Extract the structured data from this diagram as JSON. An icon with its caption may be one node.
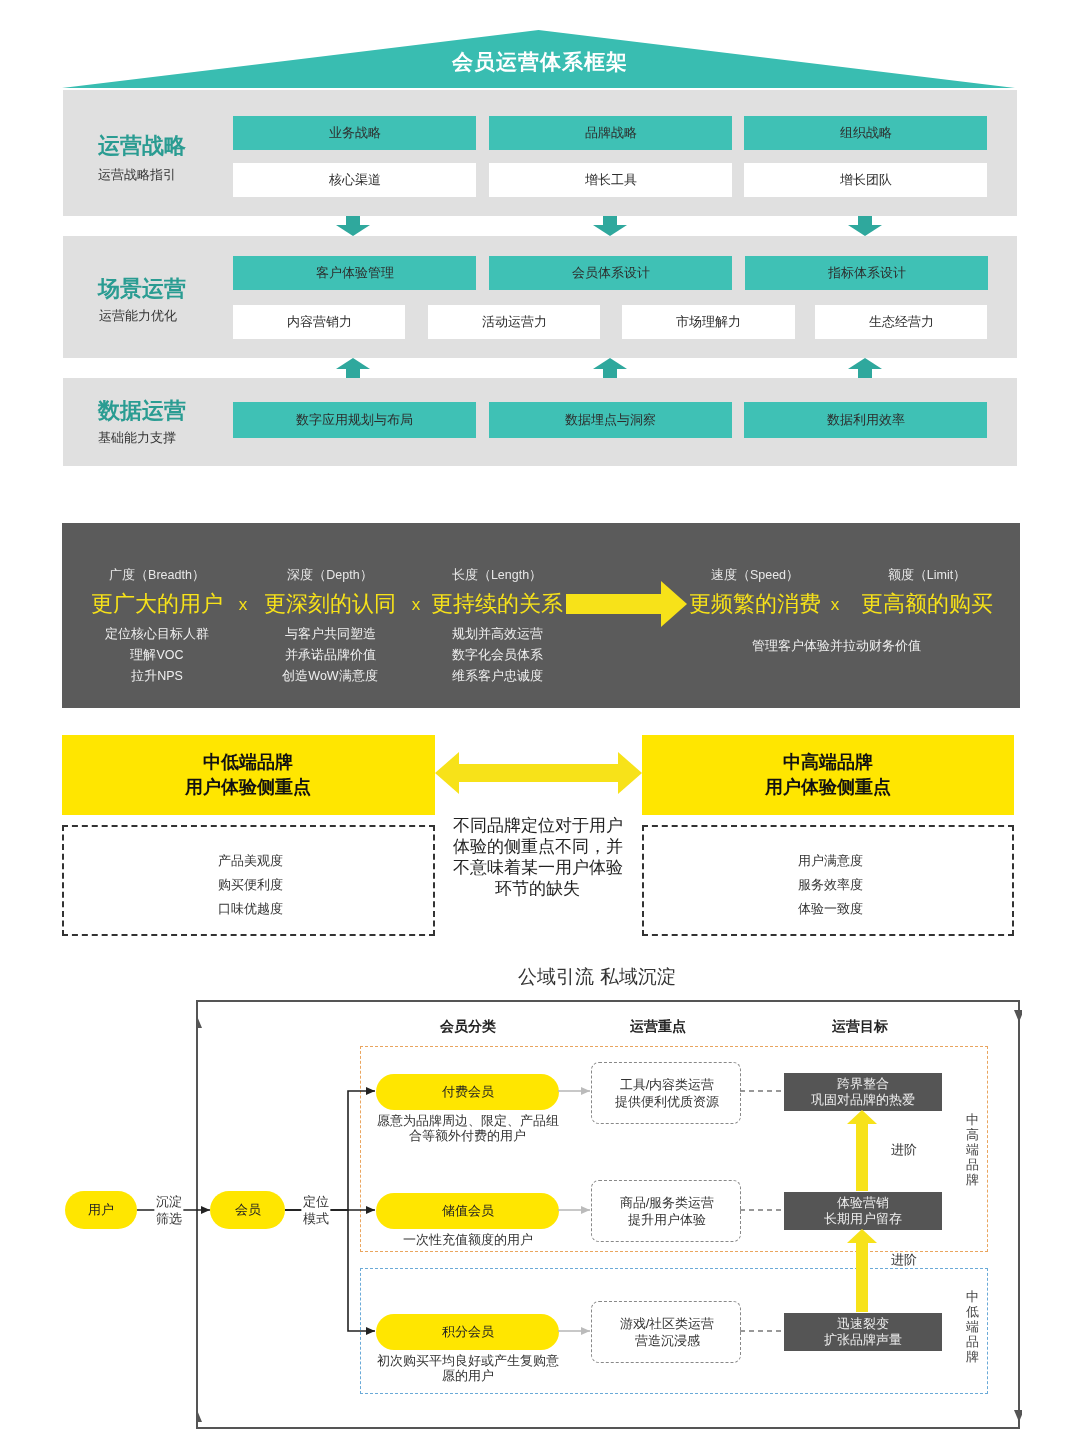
{
  "diagram": {
    "nodes": [
      {
        "text": [
          "会员运营体系框架"
        ]
      },
      {
        "text": [
          "运营战略",
          "运营战略指引"
        ]
      },
      {
        "text": [
          "业务战略"
        ],
        "in": 1
      },
      {
        "text": [
          "品牌战略"
        ],
        "in": 1
      },
      {
        "text": [
          "组织战略"
        ],
        "in": 1
      },
      {
        "text": [
          "核心渠道"
        ],
        "in": 1
      },
      {
        "text": [
          "增长工具"
        ],
        "in": 1
      },
      {
        "text": [
          "增长团队"
        ],
        "in": 1
      },
      {
        "text": [
          "场景运营",
          "运营能力优化"
        ]
      },
      {
        "text": [
          "客户体验管理"
        ],
        "in": 8
      },
      {
        "text": [
          "会员体系设计"
        ],
        "in": 8
      },
      {
        "text": [
          "指标体系设计"
        ],
        "in": 8
      },
      {
        "text": [
          "内容营销力"
        ],
        "in": 8
      },
      {
        "text": [
          "活动运营力"
        ],
        "in": 8
      },
      {
        "text": [
          "市场理解力"
        ],
        "in": 8
      },
      {
        "text": [
          "生态经营力"
        ],
        "in": 8
      },
      {
        "text": [
          "数据运营",
          "基础能力支撑"
        ]
      },
      {
        "text": [
          "数字应用规划与布局"
        ],
        "in": 16
      },
      {
        "text": [
          "数据埋点与洞察"
        ],
        "in": 16
      },
      {
        "text": [
          "数据利用效率"
        ],
        "in": 16
      },
      {
        "text": [],
        "shape": "box"
      },
      {
        "text": [
          "广度（Breadth）",
          "更广大的用户",
          "定位核心目标人群",
          "理解VOC",
          "拉升NPS",
          "x",
          "深度（Depth）",
          "更深刻的认同",
          "与客户共同塑造",
          "并承诺品牌价值",
          "创造WoW满意度",
          "x",
          "长度（Length）",
          "更持续的关系",
          "规划并高效运营",
          "数字化会员体系",
          "维系客户忠诚度"
        ],
        "in": 20
      },
      {
        "text": [
          "速度（Speed）",
          "更频繁的消费",
          "x",
          "额度（Limit）",
          "更高额的购买",
          "管理客户体验并拉动财务价值"
        ],
        "in": 20
      },
      {
        "text": [
          "中低端品牌",
          "用户体验侧重点"
        ]
      },
      {
        "text": [
          "产品美观度",
          "购买便利度",
          "口味优越度"
        ]
      },
      {
        "text": [
          "中高端品牌",
          "用户体验侧重点"
        ]
      },
      {
        "text": [
          "用户满意度",
          "服务效率度",
          "体验一致度"
        ]
      },
      {
        "text": [
          "公域引流 私域沉淀",
          "会员分类",
          "运营重点",
          "运营目标"
        ]
      },
      {
        "text": [
          "用户"
        ]
      },
      {
        "text": [
          "会员"
        ],
        "in": 27
      },
      {
        "text": [
          "中高端品牌"
        ],
        "in": 27
      },
      {
        "text": [
          "付费会员"
        ],
        "in": 30,
        "beside": [
          "愿意为品牌周边、限定、产品组合等额外付费的用户"
        ]
      },
      {
        "text": [
          "工具/内容类运营",
          "提供便利优质资源"
        ],
        "in": 30
      },
      {
        "text": [
          "跨界整合",
          "巩固对品牌的热爱"
        ],
        "in": 30
      },
      {
        "text": [
          "储值会员"
        ],
        "in": 30,
        "beside": [
          "一次性充值额度的用户"
        ]
      },
      {
        "text": [
          "商品/服务类运营",
          "提升用户体验"
        ],
        "in": 30
      },
      {
        "text": [
          "体验营销",
          "长期用户留存"
        ],
        "in": 30
      },
      {
        "text": [
          "中低端品牌"
        ],
        "in": 27
      },
      {
        "text": [
          "积分会员"
        ],
        "in": 37,
        "beside": [
          "初次购买平均良好或产生复购意愿的用户"
        ]
      },
      {
        "text": [
          "游戏/社区类运营",
          "营造沉浸感"
        ],
        "in": 37
      },
      {
        "text": [
          "迅速裂变",
          "扩张品牌声量"
        ],
        "in": 37
      }
    ],
    "edges": [
      {
        "from": 1,
        "to": 8,
        "arrow": "to",
        "style": "thick"
      },
      {
        "from": 1,
        "to": 8,
        "arrow": "to",
        "style": "thick"
      },
      {
        "from": 1,
        "to": 8,
        "arrow": "to",
        "style": "thick"
      },
      {
        "from": 16,
        "to": 8,
        "arrow": "to",
        "style": "thick"
      },
      {
        "from": 16,
        "to": 8,
        "arrow": "to",
        "style": "thick"
      },
      {
        "from": 16,
        "to": 8,
        "arrow": "to",
        "style": "thick"
      },
      {
        "from": 21,
        "to": 22,
        "arrow": "to",
        "style": "thick",
        "color": "#f7e219"
      },
      {
        "from": 23,
        "to": 25,
        "arrow": "both",
        "style": "thick",
        "color": "#f7e219"
      },
      {
        "from": 28,
        "to": 29,
        "arrow": "to",
        "label": "沉淀筛选",
        "color": "#222222"
      },
      {
        "from": 29,
        "to": 31,
        "arrow": "to",
        "color": "#222222"
      },
      {
        "from": 29,
        "to": 34,
        "arrow": "to",
        "label": "定位模式",
        "color": "#222222"
      },
      {
        "from": 29,
        "to": 38,
        "arrow": "to",
        "color": "#222222"
      },
      {
        "from": 31,
        "to": 32,
        "arrow": "to",
        "color": "#bbbbbb"
      },
      {
        "from": 34,
        "to": 35,
        "arrow": "to",
        "color": "#bbbbbb"
      },
      {
        "from": 38,
        "to": 39,
        "arrow": "to",
        "color": "#bbbbbb"
      },
      {
        "from": 32,
        "to": 33,
        "arrow": "none",
        "style": "dashed",
        "color": "#777777"
      },
      {
        "from": 35,
        "to": 36,
        "arrow": "none",
        "style": "dashed",
        "color": "#777777"
      },
      {
        "from": 39,
        "to": 40,
        "arrow": "none",
        "style": "dashed",
        "color": "#777777"
      },
      {
        "from": 36,
        "to": 33,
        "arrow": "to",
        "label": "进阶",
        "style": "thick",
        "color": "#f7e219"
      },
      {
        "from": 40,
        "to": 36,
        "arrow": "to",
        "label": "进阶",
        "style": "thick",
        "color": "#f7e219"
      }
    ],
    "labels": [
      "不同品牌定位对于用户体验的侧重点不同，并不意味着某一用户体验环节的缺失"
    ]
  }
}
